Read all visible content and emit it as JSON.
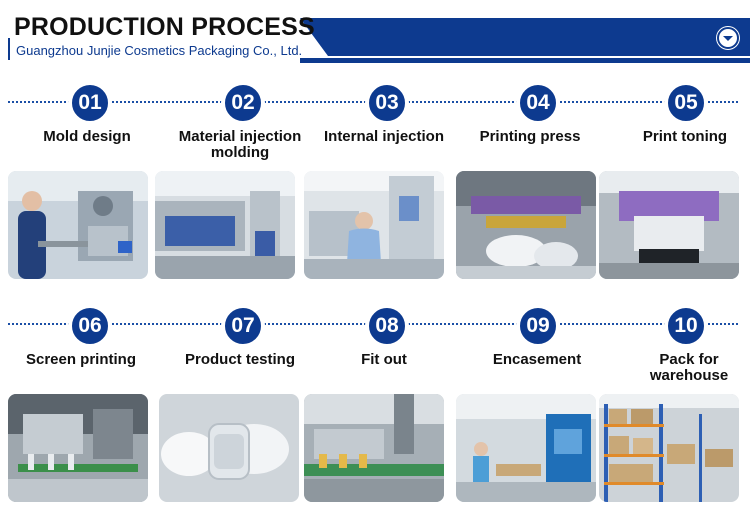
{
  "header": {
    "title": "PRODUCTION PROCESS",
    "subtitle": "Guangzhou Junjie Cosmetics Packaging Co., Ltd.",
    "accent_color": "#0d3a8f",
    "scroll_icon": "chevron-down-circle-icon"
  },
  "steps": [
    {
      "number": "01",
      "label": "Mold design",
      "photo_icon": "mold-design-photo"
    },
    {
      "number": "02",
      "label": "Material injection molding",
      "photo_icon": "injection-molding-photo"
    },
    {
      "number": "03",
      "label": "Internal injection",
      "photo_icon": "internal-injection-photo"
    },
    {
      "number": "04",
      "label": "Printing press",
      "photo_icon": "printing-press-photo"
    },
    {
      "number": "05",
      "label": "Print toning",
      "photo_icon": "print-toning-photo"
    },
    {
      "number": "06",
      "label": "Screen printing",
      "photo_icon": "screen-printing-photo"
    },
    {
      "number": "07",
      "label": "Product testing",
      "photo_icon": "product-testing-photo"
    },
    {
      "number": "08",
      "label": "Fit out",
      "photo_icon": "fit-out-photo"
    },
    {
      "number": "09",
      "label": "Encasement",
      "photo_icon": "encasement-photo"
    },
    {
      "number": "10",
      "label": "Pack for warehouse",
      "photo_icon": "warehouse-photo"
    }
  ]
}
